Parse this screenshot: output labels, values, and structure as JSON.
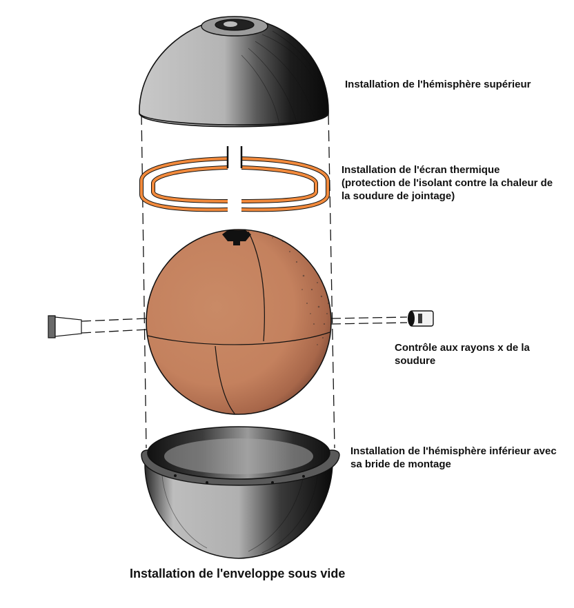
{
  "labels": {
    "top_hemisphere": [
      "Installation de l'hémisphère supérieur"
    ],
    "heat_shield": [
      "Installation de l'écran thermique",
      "(protection de l'isolant contre la chaleur de",
      "la soudure de jointage)"
    ],
    "xray": [
      "Contrôle aux rayons x de la",
      "soudure"
    ],
    "bottom_hemisphere": [
      "Installation de l'hémisphère inférieur avec",
      "sa bride de montage"
    ]
  },
  "caption": "Installation de l'enveloppe sous vide",
  "colors": {
    "shell_gray": "#bcbcbc",
    "shell_dark": "#1a1a1a",
    "insulation_copper": "#c4815e",
    "heat_shield_orange": "#f28a3c",
    "outline": "#111111"
  }
}
